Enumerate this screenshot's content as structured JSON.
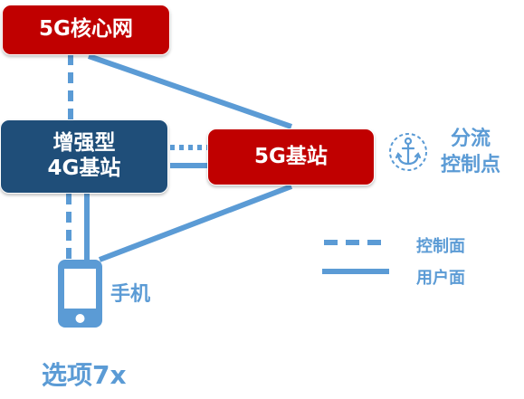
{
  "nodes": {
    "core_network": "5G核心网",
    "enhanced_4g_line1": "增强型",
    "enhanced_4g_line2": "4G基站",
    "base_station_5g": "5G基站"
  },
  "split_point": {
    "line1": "分流",
    "line2": "控制点",
    "icon": "anchor-icon"
  },
  "phone": {
    "label": "手机",
    "icon": "smartphone-icon"
  },
  "legend": {
    "control_plane": "控制面",
    "user_plane": "用户面"
  },
  "footer": "选项7x",
  "colors": {
    "core_red": "#c00000",
    "enhanced_blue": "#1f4e79",
    "line_blue": "#5b9bd5"
  }
}
